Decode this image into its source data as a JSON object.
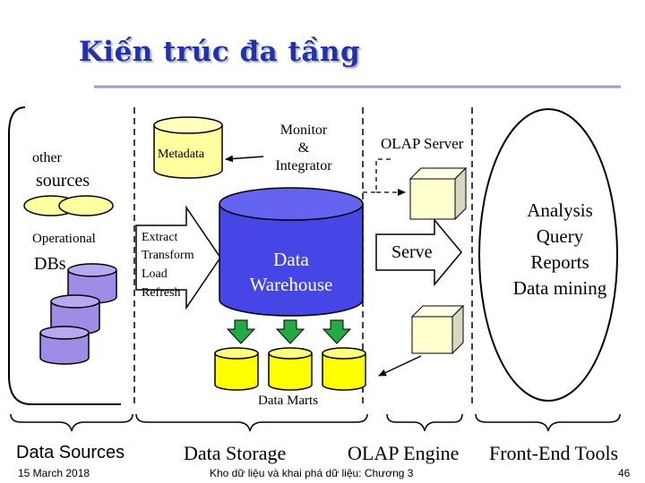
{
  "title": "Kiến trúc đa tầng",
  "labels": {
    "metadata": "Metadata",
    "monitor": "Monitor",
    "monitor_amp": "&",
    "integrator": "Integrator",
    "olap_server": "OLAP Server",
    "other": "other",
    "sources": "sources",
    "operational": "Operational",
    "dbs": "DBs",
    "etl_1": "Extract",
    "etl_2": "Transform",
    "etl_3": "Load",
    "etl_4": "Refresh",
    "dw_1": "Data",
    "dw_2": "Warehouse",
    "serve": "Serve",
    "tool_1": "Analysis",
    "tool_2": "Query",
    "tool_3": "Reports",
    "tool_4": "Data mining",
    "data_marts": "Data Marts"
  },
  "tiers": {
    "data_sources": "Data Sources",
    "data_storage": "Data Storage",
    "olap_engine": "OLAP Engine",
    "front_end_tools": "Front-End Tools"
  },
  "footer": {
    "date": "15 March 2018",
    "course": "Kho dữ liệu và khai phá dữ liệu: Chương 3",
    "page": "46"
  },
  "colors": {
    "title": "#2233aa",
    "metadata_fill": "#ffffa0",
    "warehouse_fill": "#4646e6",
    "source_db_fill": "#a08ce6",
    "mart_fill": "#ffff00",
    "down_arrow_fill": "#22aa44",
    "olap_cube_fill": "#ffffd0"
  }
}
